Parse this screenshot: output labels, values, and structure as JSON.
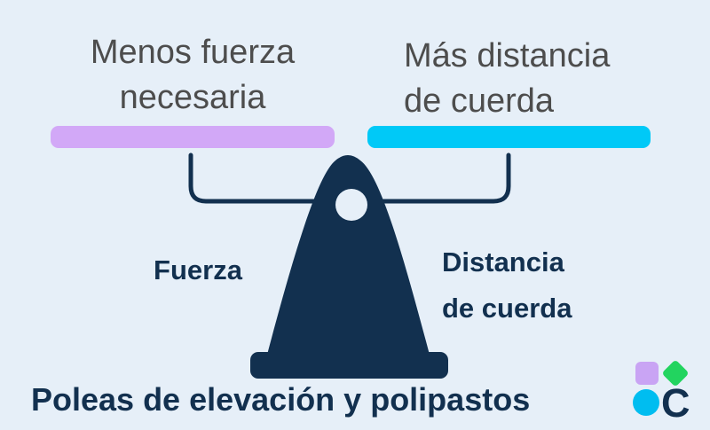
{
  "diagram": {
    "title": "Poleas de elevación y polipastos",
    "left": {
      "label_line1": "Menos fuerza",
      "label_line2": "necesaria",
      "bar_color": "#d2a8f7",
      "bottom_label": "Fuerza"
    },
    "right": {
      "label_line1": "Más distancia",
      "label_line2": "de cuerda",
      "bar_color": "#00c9f7",
      "bottom_label_line1": "Distancia",
      "bottom_label_line2": "de cuerda"
    }
  },
  "logo": {
    "letter": "C",
    "square_color": "#c9a4f4",
    "diamond_color": "#22d45f",
    "circle_color": "#00bdf0",
    "letter_color": "#12304f"
  },
  "colors": {
    "background": "#e6eff8",
    "navy": "#12304f",
    "text_gray": "#4d4d4d"
  }
}
